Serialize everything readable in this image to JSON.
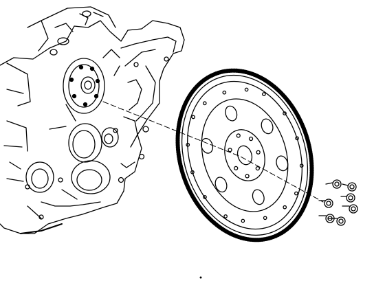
{
  "diagram": {
    "subject": "",
    "parts": [
      {
        "id": "engine-block",
        "label": ""
      },
      {
        "id": "crankshaft-flange",
        "label": ""
      },
      {
        "id": "flexplate",
        "label": ""
      },
      {
        "id": "bolts",
        "label": ""
      }
    ],
    "colors": {
      "line": "#000000",
      "background": "#ffffff"
    }
  }
}
